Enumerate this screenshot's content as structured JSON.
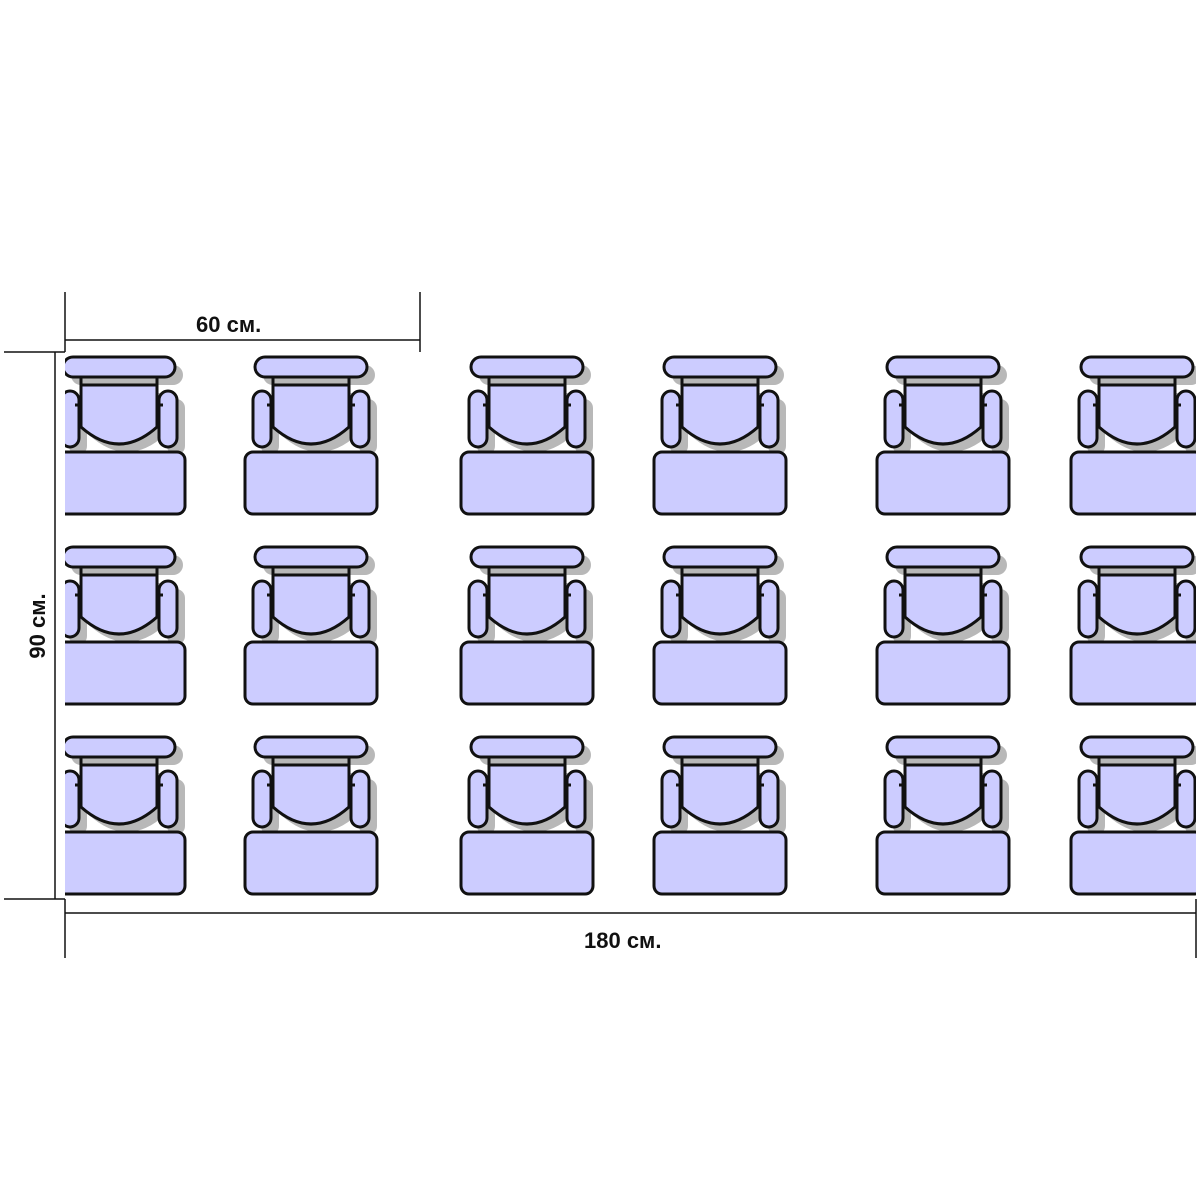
{
  "dimensions": {
    "panel_width": "60 см.",
    "height": "90 см.",
    "total_width": "180 см."
  },
  "colors": {
    "fill": "#ccccff",
    "outline": "#111111",
    "shadow": "#b8b8b8",
    "panel": "#ffffff"
  },
  "layout": {
    "panels": 3,
    "rows": 3,
    "columns": 6,
    "unit": "office chair above desk"
  }
}
